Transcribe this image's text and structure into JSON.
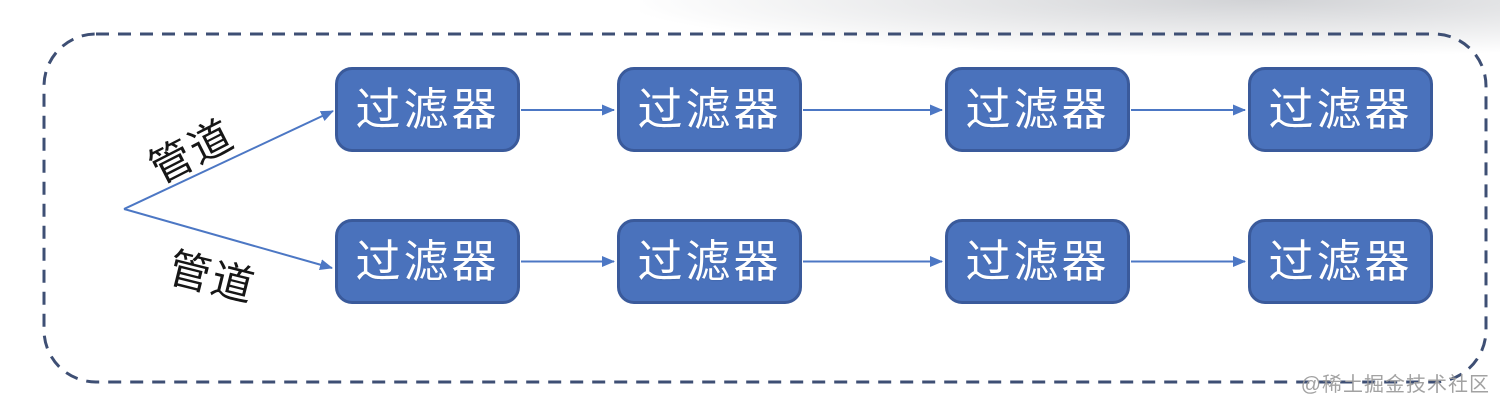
{
  "diagram": {
    "type": "pipes-and-filters-architecture",
    "pipes": [
      {
        "label": "管道"
      },
      {
        "label": "管道"
      }
    ],
    "rows": [
      {
        "filters": [
          "过滤器",
          "过滤器",
          "过滤器",
          "过滤器"
        ]
      },
      {
        "filters": [
          "过滤器",
          "过滤器",
          "过滤器",
          "过滤器"
        ]
      }
    ],
    "colors": {
      "filter_box_fill": "#4A72BC",
      "filter_box_border": "#3A5A9B",
      "filter_text": "#FFFFFF",
      "arrow": "#4C77C4",
      "boundary_dashes": "#3E4F74",
      "pipe_label_text": "#161616",
      "watermark_text": "#9E9E9E"
    }
  },
  "watermark": {
    "text": "@稀土掘金技术社区"
  }
}
